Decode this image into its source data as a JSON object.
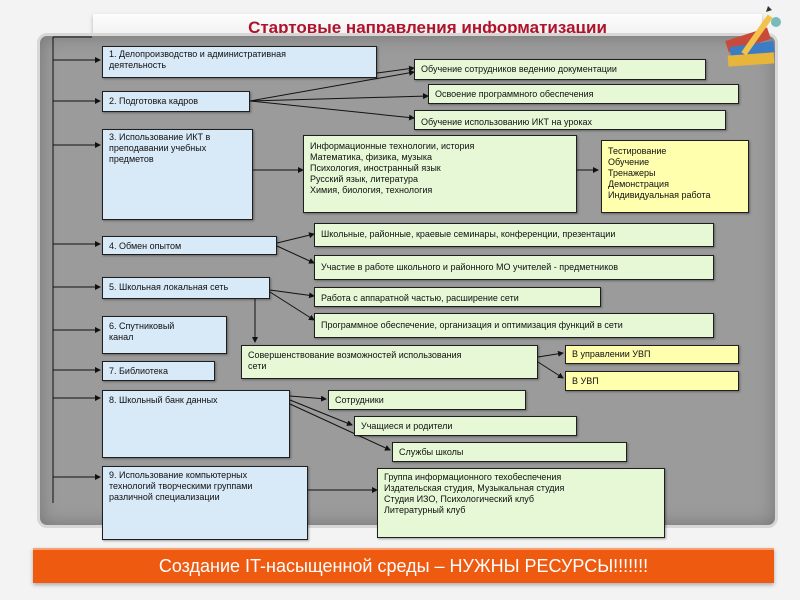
{
  "title": "Стартовые направления информатизации",
  "footer": "Создание IT-насыщенной среды – НУЖНЫ РЕСУРСЫ!!!!!!!",
  "colors": {
    "title_text": "#b0122b",
    "panel": "#9b9b9b",
    "blue_box": "#d8e9f7",
    "green_box": "#e6f8d6",
    "yellow_box": "#ffffad",
    "footer_bar": "#ee5a10"
  },
  "icons": [
    "books-and-pencil-icon"
  ],
  "directions": [
    {
      "lines": [
        "1. Делопроизводство и административная",
        "деятельность"
      ]
    },
    {
      "lines": [
        "2. Подготовка кадров"
      ]
    },
    {
      "lines": [
        "3. Использование ИКТ в",
        "преподавании учебных",
        "предметов"
      ]
    },
    {
      "lines": [
        "4. Обмен опытом"
      ]
    },
    {
      "lines": [
        "5. Школьная локальная сеть"
      ]
    },
    {
      "lines": [
        "6. Спутниковый",
        "канал"
      ]
    },
    {
      "lines": [
        "7. Библиотека"
      ]
    },
    {
      "lines": [
        "8. Школьный банк данных"
      ]
    },
    {
      "lines": [
        "9. Использование компьютерных",
        "технологий творческими группами",
        "различной специализации"
      ]
    }
  ],
  "details": {
    "docs_training": "Обучение сотрудников ведению документации",
    "software_mastery": "Освоение программного обеспечения",
    "ict_lessons": "Обучение использованию ИКТ на уроках",
    "subjects": [
      "Информационные технологии, история",
      "Математика, физика, музыка",
      "Психология, иностранный язык",
      "Русский язык, литература",
      "Химия, биология, технология"
    ],
    "uses": [
      "Тестирование",
      "Обучение",
      "Тренажеры",
      "Демонстрация",
      "Индивидуальная работа"
    ],
    "seminars": "Школьные, районные, краевые семинары, конференции, презентации",
    "mo_work": "Участие в работе школьного и районного МО учителей - предметников",
    "hardware": "Работа с аппаратной частью, расширение сети",
    "software_org": "Программное обеспечение, организация и оптимизация функций в сети",
    "network_improve": [
      "Совершенствование возможностей использования",
      "сети"
    ],
    "uvp_management": "В управлении УВП",
    "uvp": "В УВП",
    "staff": "Сотрудники",
    "students_parents": "Учащиеся и родители",
    "school_services": "Службы школы",
    "groups": [
      "Группа информационного техобеспечения",
      "Издательская студия, Музыкальная студия",
      "Студия ИЗО, Психологический клуб",
      "Литературный клуб"
    ]
  }
}
